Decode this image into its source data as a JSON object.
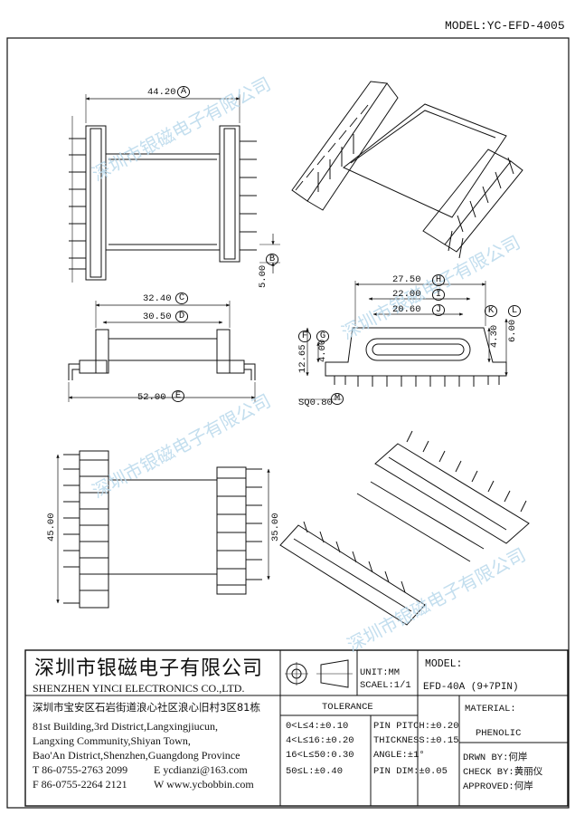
{
  "header": {
    "model_title": "MODEL:YC-EFD-4005"
  },
  "watermark": "深圳市银磁电子有限公司",
  "dimensions": {
    "A": "44.20",
    "B": "5.00",
    "C": "32.40",
    "D": "30.50",
    "E": "52.00",
    "F": "12.65",
    "G": "4.00",
    "H": "27.50",
    "I": "22.00",
    "J": "20.60",
    "K": "4.30",
    "L": "6.00",
    "M": "SQ0.80",
    "N": "45.00",
    "O": "35.00"
  },
  "dim_letters": {
    "A": "A",
    "B": "B",
    "C": "C",
    "D": "D",
    "E": "E",
    "F": "F",
    "G": "G",
    "H": "H",
    "I": "I",
    "J": "J",
    "K": "K",
    "L": "L",
    "M": "M"
  },
  "title_block": {
    "company_cn": "深圳市银磁电子有限公司",
    "company_en": "SHENZHEN YINCI ELECTRONICS CO.,LTD.",
    "address_cn": "深圳市宝安区石岩街道浪心社区浪心旧村3区81栋",
    "address_en1": "81st Building,3rd District,Langxingjiucun,",
    "address_en2": "Langxing Community,Shiyan Town,",
    "address_en3": "Bao'An District,Shenzhen,Guangdong Province",
    "tel": "T 86-0755-2763 2099",
    "email": "E ycdianzi@163.com",
    "fax": "F 86-0755-2264 2121",
    "web": "W www.ycbobbin.com",
    "unit": "UNIT:MM",
    "scale": "SCAEL:1/1",
    "model_label": "MODEL:",
    "model_value": "EFD-40A (9+7PIN)",
    "tolerance_title": "TOLERANCE",
    "tol_left": [
      "0<L≤4:±0.10",
      "4<L≤16:±0.20",
      "16<L≤50:0.30",
      "50≤L:±0.40"
    ],
    "tol_right": [
      "PIN PITCH:±0.20",
      "THICKNESS:±0.15",
      "ANGLE:±1°",
      "PIN DIM:±0.05"
    ],
    "material_label": "MATERIAL:",
    "material_value": "PHENOLIC",
    "drawn_by": "DRWN BY:何岸",
    "check_by": "CHECK BY:黄丽仪",
    "approved": "APPROVED:何岸"
  }
}
